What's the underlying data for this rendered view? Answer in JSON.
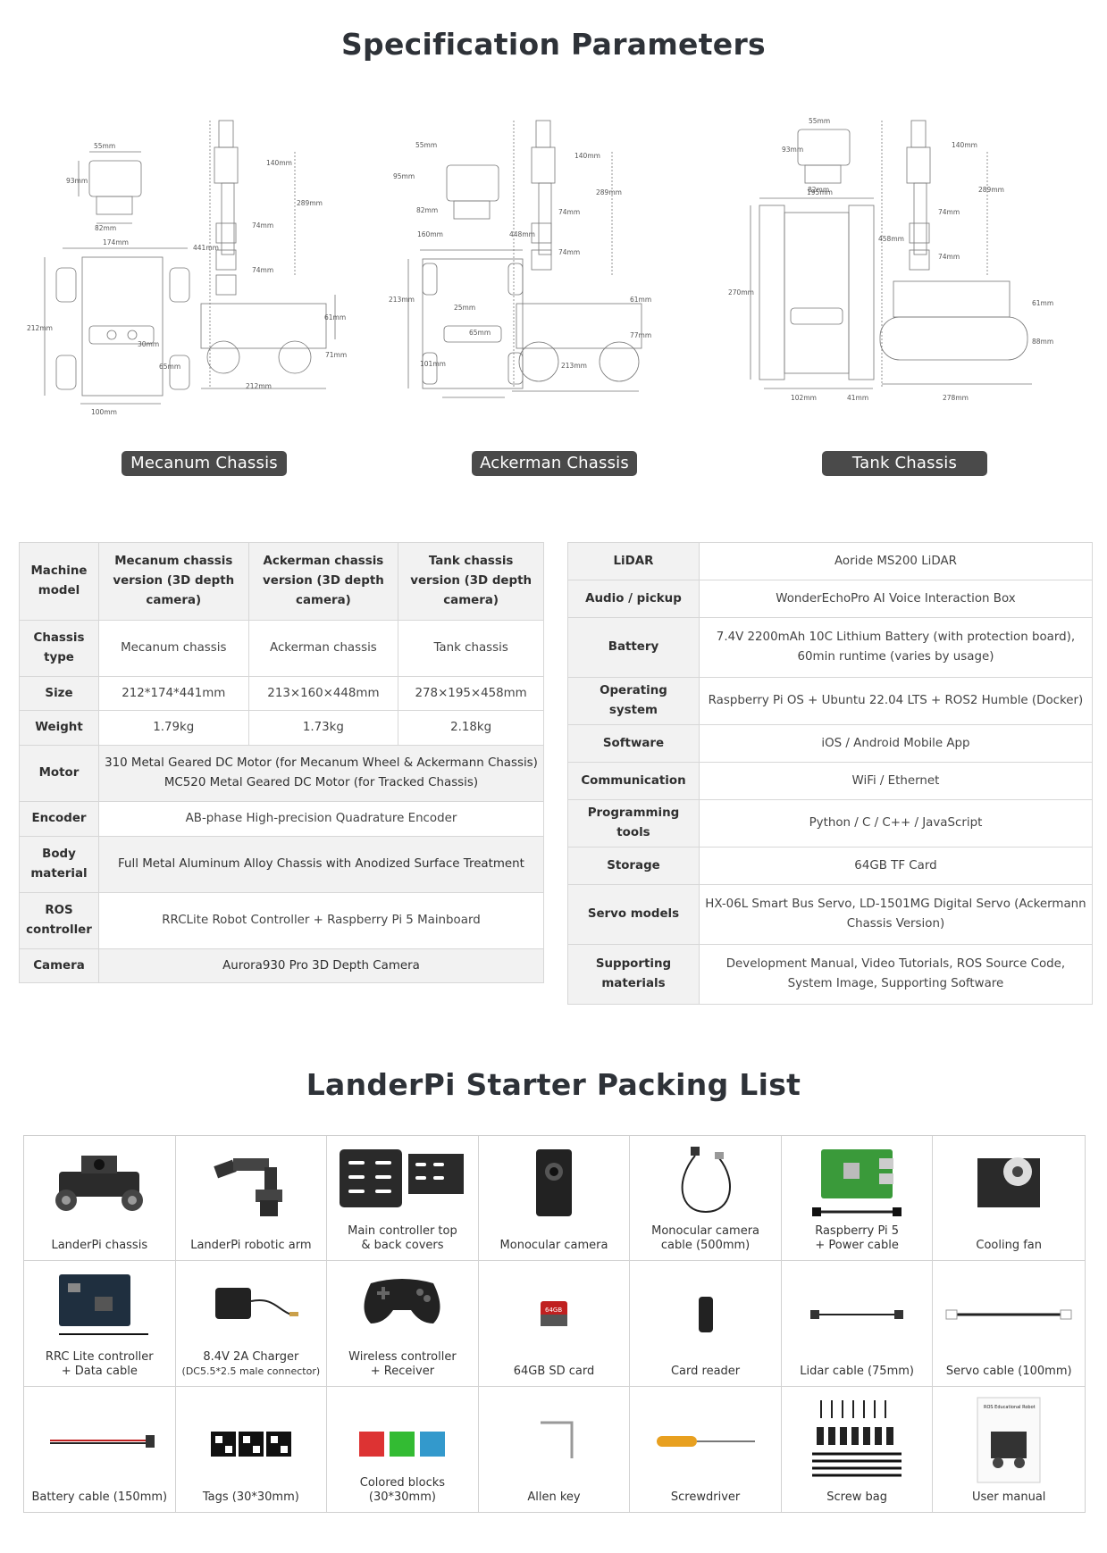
{
  "spec_title": "Specification Parameters",
  "chassis_labels": [
    "Mecanum Chassis",
    "Ackerman Chassis",
    "Tank Chassis"
  ],
  "dims": {
    "mecanum": [
      "55mm",
      "93mm",
      "82mm",
      "174mm",
      "212mm",
      "100mm",
      "30mm",
      "65mm",
      "140mm",
      "289mm",
      "441mm",
      "74mm",
      "74mm",
      "61mm",
      "71mm",
      "212mm"
    ],
    "ackerman": [
      "55mm",
      "95mm",
      "82mm",
      "160mm",
      "213mm",
      "101mm",
      "25mm",
      "65mm",
      "140mm",
      "289mm",
      "448mm",
      "74mm",
      "74mm",
      "61mm",
      "77mm",
      "213mm"
    ],
    "tank": [
      "55mm",
      "93mm",
      "82mm",
      "195mm",
      "270mm",
      "102mm",
      "41mm",
      "140mm",
      "289mm",
      "458mm",
      "74mm",
      "74mm",
      "61mm",
      "88mm",
      "278mm"
    ]
  },
  "spec_left": {
    "header": [
      "Machine model",
      "Mecanum chassis version (3D depth camera)",
      "Ackerman chassis version (3D depth camera)",
      "Tank chassis version (3D depth camera)"
    ],
    "chassis_type": [
      "Chassis type",
      "Mecanum chassis",
      "Ackerman chassis",
      "Tank chassis"
    ],
    "size": [
      "Size",
      "212*174*441mm",
      "213×160×448mm",
      "278×195×458mm"
    ],
    "weight": [
      "Weight",
      "1.79kg",
      "1.73kg",
      "2.18kg"
    ],
    "motor": [
      "Motor",
      "310 Metal Geared DC Motor (for Mecanum Wheel & Ackermann Chassis)",
      "MC520 Metal Geared DC Motor (for Tracked Chassis)"
    ],
    "encoder": [
      "Encoder",
      "AB-phase High-precision Quadrature Encoder"
    ],
    "body": [
      "Body material",
      "Full Metal Aluminum Alloy Chassis with Anodized Surface Treatment"
    ],
    "ros": [
      "ROS controller",
      "RRCLite Robot Controller + Raspberry Pi 5 Mainboard"
    ],
    "camera": [
      "Camera",
      "Aurora930 Pro 3D Depth Camera"
    ]
  },
  "spec_right": [
    [
      "LiDAR",
      "Aoride MS200 LiDAR"
    ],
    [
      "Audio / pickup",
      "WonderEchoPro AI Voice Interaction Box"
    ],
    [
      "Battery",
      "7.4V 2200mAh 10C Lithium Battery (with protection board), 60min runtime (varies by usage)"
    ],
    [
      "Operating system",
      "Raspberry Pi OS + Ubuntu 22.04 LTS + ROS2 Humble (Docker)"
    ],
    [
      "Software",
      "iOS / Android Mobile App"
    ],
    [
      "Communication",
      "WiFi / Ethernet"
    ],
    [
      "Programming tools",
      "Python / C / C++ / JavaScript"
    ],
    [
      "Storage",
      "64GB TF Card"
    ],
    [
      "Servo models",
      "HX-06L Smart Bus Servo, LD-1501MG Digital Servo (Ackermann Chassis Version)"
    ],
    [
      "Supporting materials",
      "Development Manual, Video Tutorials, ROS Source Code, System Image, Supporting Software"
    ]
  ],
  "pack_title": "LanderPi Starter Packing List",
  "pack_items": [
    {
      "label": "LanderPi chassis",
      "icon": "robot-chassis-icon"
    },
    {
      "label": "LanderPi robotic arm",
      "icon": "robotic-arm-icon"
    },
    {
      "label": "Main controller top",
      "label2": "& back covers",
      "icon": "cover-plates-icon"
    },
    {
      "label": "Monocular camera",
      "icon": "camera-icon"
    },
    {
      "label": "Monocular camera",
      "label2": "cable (500mm)",
      "icon": "camera-cable-icon"
    },
    {
      "label": "Raspberry Pi 5",
      "label2": "+ Power cable",
      "icon": "raspberry-pi-icon"
    },
    {
      "label": "Cooling fan",
      "icon": "fan-icon"
    },
    {
      "label": "RRC Lite controller",
      "label2": "+ Data cable",
      "icon": "controller-board-icon"
    },
    {
      "label": "8.4V 2A Charger",
      "label2": "(DC5.5*2.5 male connector)",
      "icon": "charger-icon"
    },
    {
      "label": "Wireless controller",
      "label2": "+ Receiver",
      "icon": "gamepad-icon"
    },
    {
      "label": "64GB SD card",
      "icon": "sd-card-icon"
    },
    {
      "label": "Card reader",
      "icon": "card-reader-icon"
    },
    {
      "label": "Lidar cable (75mm)",
      "icon": "lidar-cable-icon"
    },
    {
      "label": "Servo cable (100mm)",
      "icon": "servo-cable-icon"
    },
    {
      "label": "Battery cable (150mm)",
      "icon": "battery-cable-icon"
    },
    {
      "label": "Tags (30*30mm)",
      "icon": "tags-icon"
    },
    {
      "label": "Colored blocks",
      "label2": "(30*30mm)",
      "icon": "blocks-icon"
    },
    {
      "label": "Allen key",
      "icon": "allen-key-icon"
    },
    {
      "label": "Screwdriver",
      "icon": "screwdriver-icon"
    },
    {
      "label": "Screw bag",
      "icon": "screw-bag-icon"
    },
    {
      "label": "User manual",
      "icon": "manual-icon"
    }
  ],
  "sd_card_text": "64GB",
  "manual_text": "ROS Educational Robot"
}
